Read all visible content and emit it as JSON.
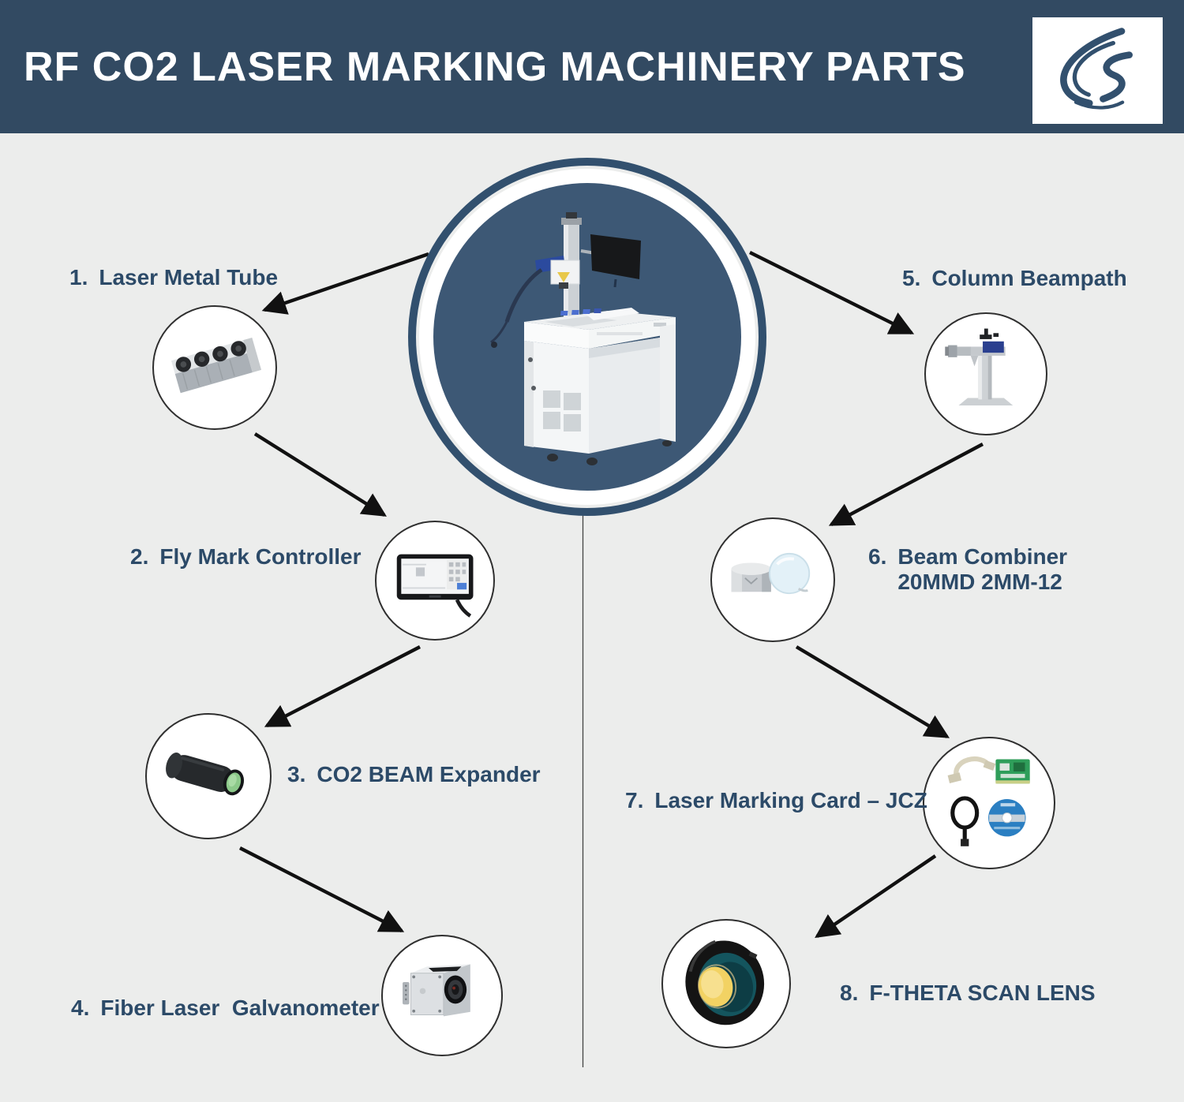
{
  "header": {
    "title": "RF CO2 LASER MARKING MACHINERY PARTS"
  },
  "logo": {
    "name": "cs-swoosh-logo"
  },
  "center": {
    "name": "laser-marking-machine"
  },
  "parts": [
    {
      "number": "1.",
      "line1": "Laser Metal Tube",
      "icon": "laser-metal-tube-icon"
    },
    {
      "number": "2.",
      "line1": "Fly Mark Controller",
      "icon": "fly-mark-controller-icon"
    },
    {
      "number": "3.",
      "line1": "CO2 BEAM Expander",
      "icon": "co2-beam-expander-icon"
    },
    {
      "number": "4.",
      "line1": "Fiber Laser  Galvanometer",
      "icon": "fiber-laser-galvanometer-icon"
    },
    {
      "number": "5.",
      "line1": "Column Beampath",
      "icon": "column-beampath-icon"
    },
    {
      "number": "6.",
      "line1": "Beam Combiner",
      "line2": "20MMD 2MM-12",
      "icon": "beam-combiner-icon"
    },
    {
      "number": "7.",
      "line1": "Laser Marking Card – JCZ",
      "icon": "laser-marking-card-icon"
    },
    {
      "number": "8.",
      "line1": "F-THETA SCAN LENS",
      "icon": "f-theta-scan-lens-icon"
    }
  ],
  "colors": {
    "header_bg": "#324a62",
    "ring": "#32506e",
    "disc": "#3d5875",
    "background": "#ecedec",
    "label_text": "#2c4a68",
    "arrow": "#111111"
  }
}
